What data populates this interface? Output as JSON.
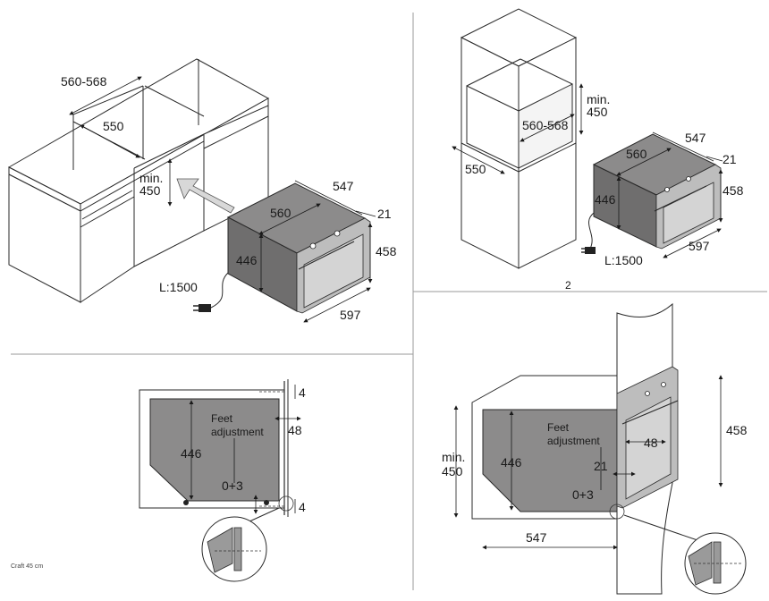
{
  "panel1": {
    "dims": {
      "niche_width": "560-568",
      "inner_width": "550",
      "min_height_line1": "min.",
      "min_height_line2": "450",
      "depth": "547",
      "oven_width": "560",
      "front_offset": "21",
      "oven_height": "446",
      "total_height": "458",
      "front_width": "597",
      "cable": "L:1500"
    }
  },
  "panel2": {
    "dims": {
      "min_height_line1": "min.",
      "min_height_line2": "450",
      "niche_width": "560-568",
      "inner_width": "550",
      "depth": "547",
      "oven_width": "560",
      "front_offset": "21",
      "oven_height": "446",
      "total_height": "458",
      "front_width": "597",
      "cable": "L:1500"
    },
    "page_number": "2"
  },
  "panel3": {
    "dims": {
      "top_gap": "4",
      "feet_line1": "Feet",
      "feet_line2": "adjustment",
      "side_gap": "48",
      "height": "446",
      "feet_range": "0+3",
      "bottom_gap": "4"
    },
    "footer": "Craft 45 cm"
  },
  "panel4": {
    "dims": {
      "min_height_line1": "min.",
      "min_height_line2": "450",
      "height": "446",
      "feet_line1": "Feet",
      "feet_line2": "adjustment",
      "side_gap": "48",
      "front_offset": "21",
      "feet_range": "0+3",
      "depth": "547",
      "total_height": "458"
    }
  }
}
